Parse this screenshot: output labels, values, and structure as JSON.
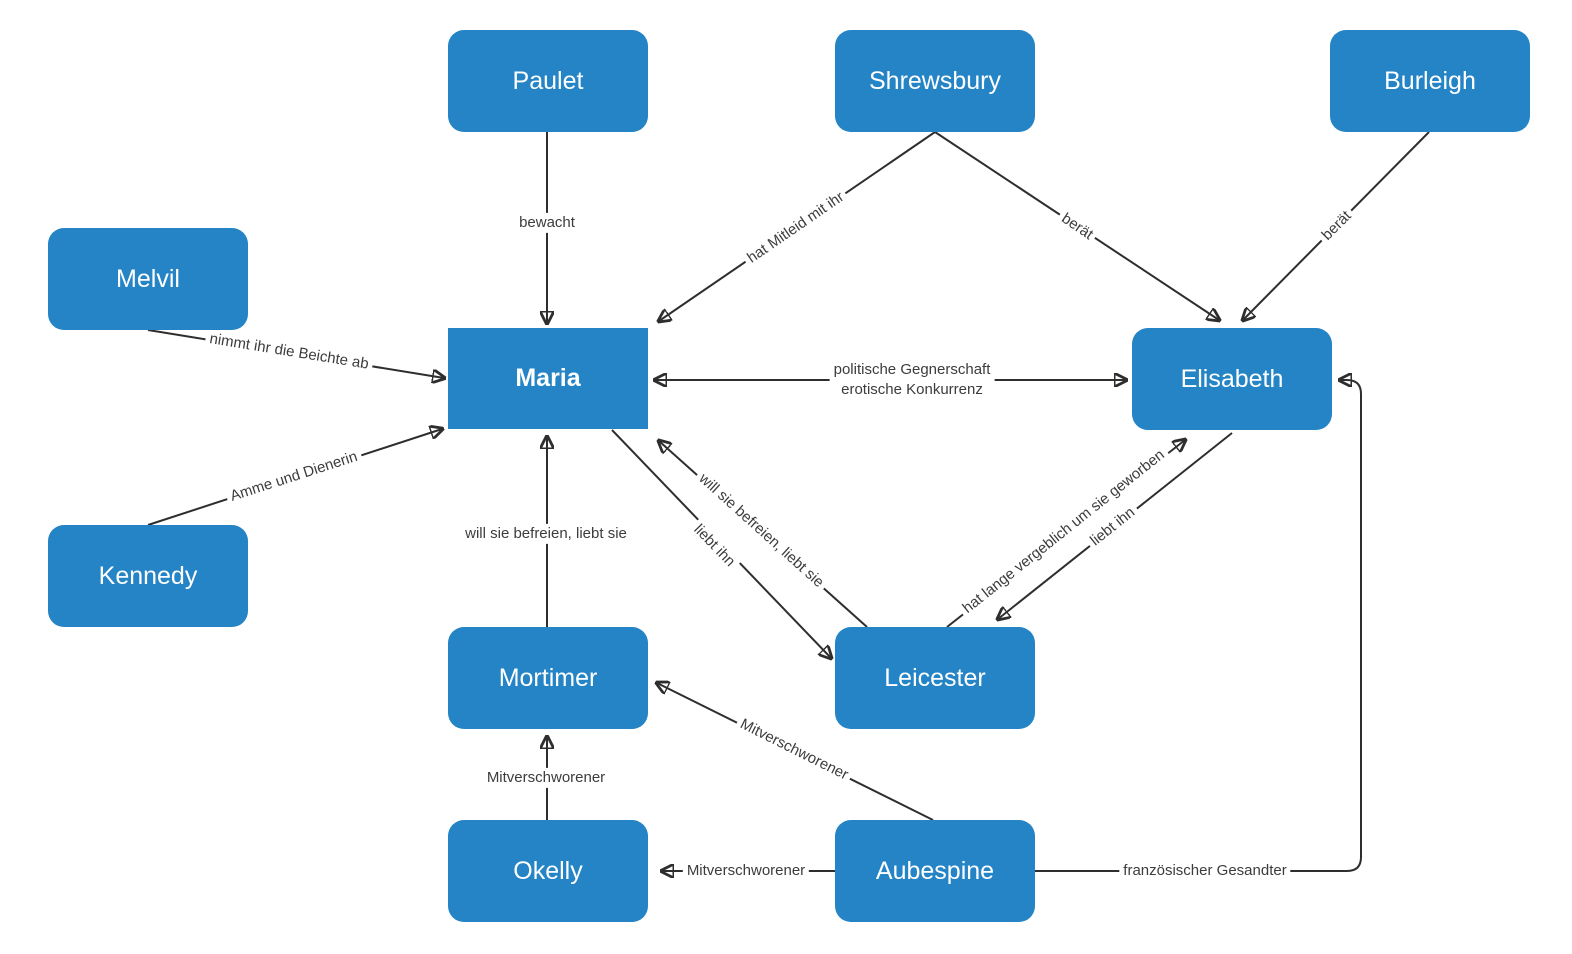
{
  "colors": {
    "node_fill": "#2484c6",
    "node_text": "#ffffff",
    "edge_stroke": "#2e2e2e",
    "label_text": "#3c3c3c",
    "background": "#ffffff"
  },
  "nodes": [
    {
      "id": "paulet",
      "label": "Paulet"
    },
    {
      "id": "shrewsbury",
      "label": "Shrewsbury"
    },
    {
      "id": "burleigh",
      "label": "Burleigh"
    },
    {
      "id": "melvil",
      "label": "Melvil"
    },
    {
      "id": "maria",
      "label": "Maria"
    },
    {
      "id": "elisabeth",
      "label": "Elisabeth"
    },
    {
      "id": "kennedy",
      "label": "Kennedy"
    },
    {
      "id": "mortimer",
      "label": "Mortimer"
    },
    {
      "id": "leicester",
      "label": "Leicester"
    },
    {
      "id": "okelly",
      "label": "Okelly"
    },
    {
      "id": "aubespine",
      "label": "Aubespine"
    }
  ],
  "edges": [
    {
      "from": "Paulet",
      "to": "Maria",
      "label": "bewacht"
    },
    {
      "from": "Shrewsbury",
      "to": "Maria",
      "label": "hat Mitleid mit ihr"
    },
    {
      "from": "Shrewsbury",
      "to": "Elisabeth",
      "label": "berät"
    },
    {
      "from": "Burleigh",
      "to": "Elisabeth",
      "label": "berät"
    },
    {
      "from": "Melvil",
      "to": "Maria",
      "label": "nimmt ihr die Beichte ab"
    },
    {
      "from": "Kennedy",
      "to": "Maria",
      "label": "Amme und Dienerin"
    },
    {
      "from": "Maria",
      "to": "Elisabeth",
      "label": "politische Gegnerschaft\nerotische Konkurrenz",
      "bidirectional": true
    },
    {
      "from": "Mortimer",
      "to": "Maria",
      "label": "will sie befreien, liebt sie"
    },
    {
      "from": "Leicester",
      "to": "Maria",
      "label": "will sie befreien, liebt sie"
    },
    {
      "from": "Maria",
      "to": "Leicester",
      "label": "liebt ihn"
    },
    {
      "from": "Leicester",
      "to": "Elisabeth",
      "label": "hat lange vergeblich um sie geworben"
    },
    {
      "from": "Elisabeth",
      "to": "Leicester",
      "label": "liebt ihn"
    },
    {
      "from": "Okelly",
      "to": "Mortimer",
      "label": "Mitverschworener"
    },
    {
      "from": "Aubespine",
      "to": "Mortimer",
      "label": "Mitverschworener"
    },
    {
      "from": "Aubespine",
      "to": "Okelly",
      "label": "Mitverschworener"
    },
    {
      "from": "Aubespine",
      "to": "Elisabeth",
      "label": "französischer Gesandter"
    }
  ]
}
